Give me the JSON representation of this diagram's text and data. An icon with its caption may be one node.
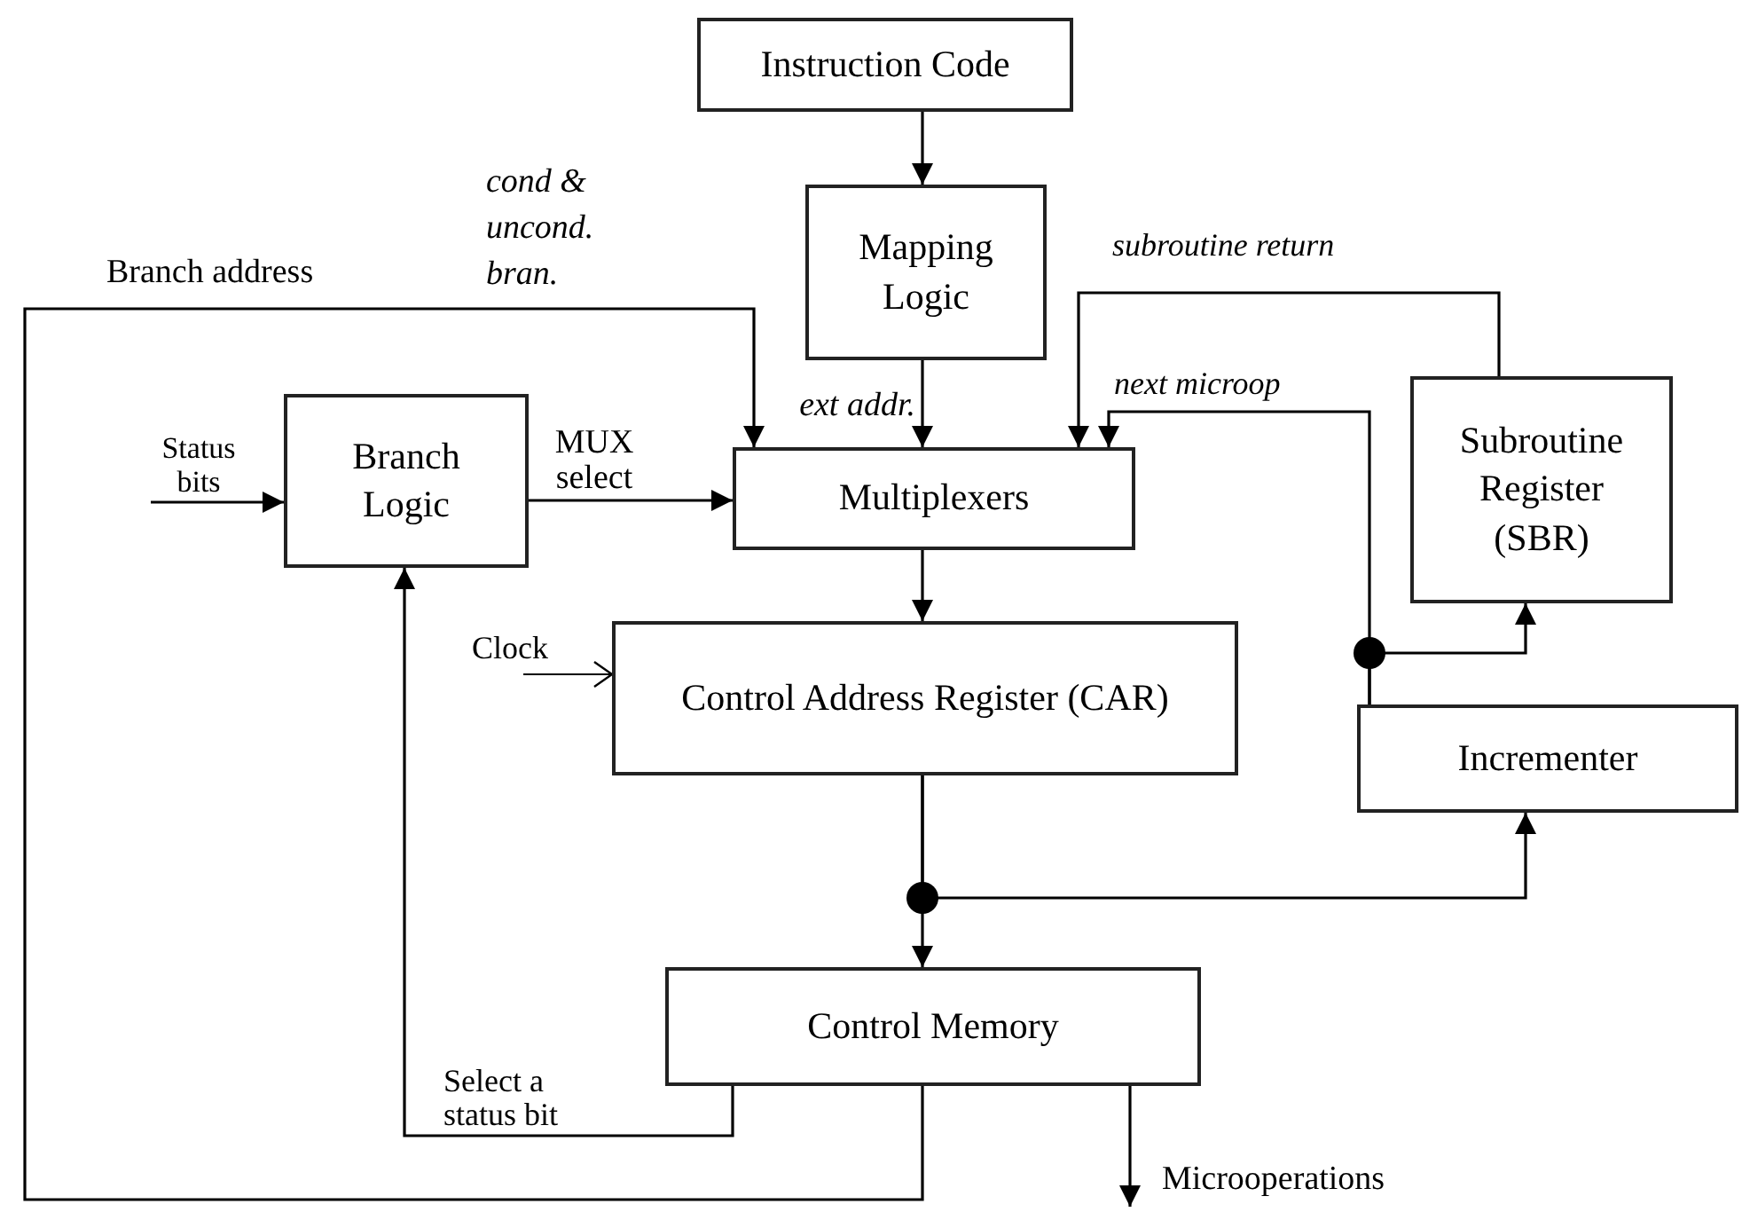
{
  "diagram": {
    "nodes": [
      {
        "text": [
          "Instruction Code"
        ]
      },
      {
        "text": [
          "Mapping Logic"
        ]
      },
      {
        "text": [
          "Branch Logic"
        ]
      },
      {
        "text": [
          "Multiplexers"
        ]
      },
      {
        "text": [
          "Subroutine Register (SBR)"
        ]
      },
      {
        "text": [
          "Control Address Register (CAR)"
        ]
      },
      {
        "text": [
          "Incrementer"
        ]
      },
      {
        "text": [
          "Control Memory"
        ]
      }
    ],
    "edges": [
      {
        "from": 0,
        "to": 1,
        "arrow": "to"
      },
      {
        "from": 1,
        "to": 3,
        "arrow": "to",
        "label": "ext addr."
      },
      {
        "from": null,
        "to": 2,
        "arrow": "to",
        "label": "Status bits"
      },
      {
        "from": 2,
        "to": 3,
        "arrow": "to",
        "label": "MUX select"
      },
      {
        "from": 3,
        "to": 5,
        "arrow": "to"
      },
      {
        "from": null,
        "to": 5,
        "arrow": "to",
        "label": "Clock"
      },
      {
        "from": 7,
        "to": 3,
        "arrow": "to",
        "label": "Branch address"
      },
      {
        "from": 7,
        "to": 2,
        "arrow": "to",
        "label": "Select a status bit"
      },
      {
        "from": 4,
        "to": 3,
        "arrow": "to",
        "label": "subroutine return"
      },
      {
        "from": 6,
        "to": 3,
        "arrow": "to",
        "label": "next microop"
      },
      {
        "from": 6,
        "to": 4,
        "arrow": "to"
      },
      {
        "from": 5,
        "to": 7,
        "arrow": "to"
      },
      {
        "from": 5,
        "to": 6,
        "arrow": "to"
      },
      {
        "from": 7,
        "to": null,
        "arrow": "to",
        "label": "Microoperations"
      }
    ],
    "labels": [
      "cond & uncond. bran."
    ]
  }
}
